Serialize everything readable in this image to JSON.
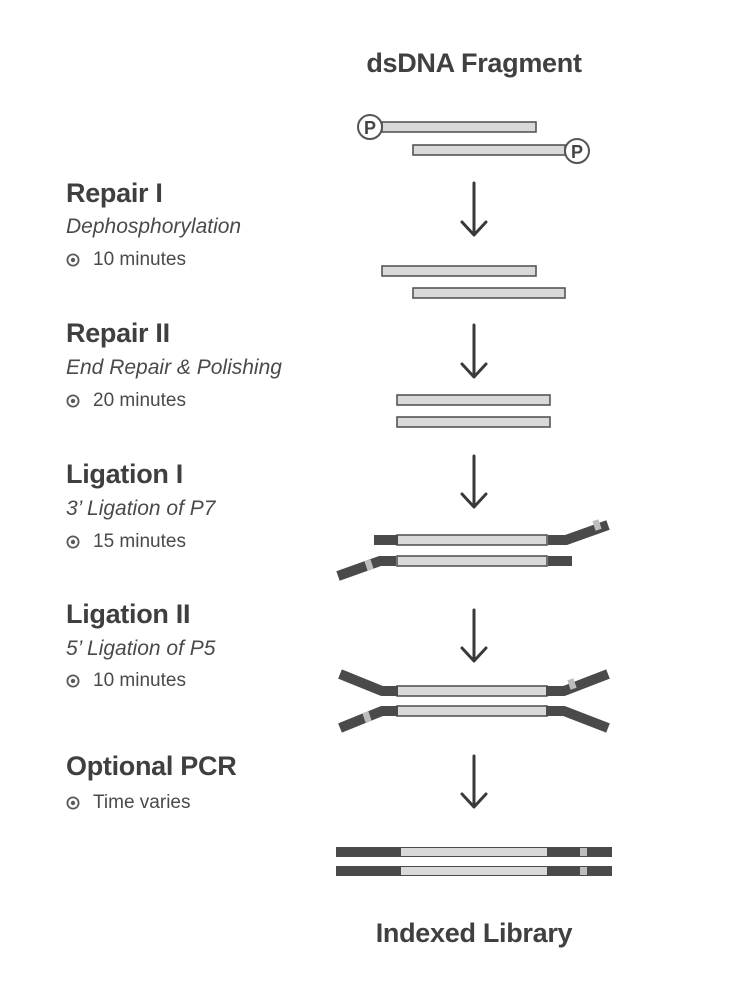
{
  "header": {
    "title": "dsDNA Fragment"
  },
  "footer": {
    "title": "Indexed Library"
  },
  "phosphate_label": "P",
  "steps": [
    {
      "title": "Repair I",
      "subtitle": "Dephosphorylation",
      "time": "10 minutes"
    },
    {
      "title": "Repair II",
      "subtitle": "End Repair & Polishing",
      "time": "20 minutes"
    },
    {
      "title": "Ligation I",
      "subtitle": "3’ Ligation of P7",
      "time": "15 minutes"
    },
    {
      "title": "Ligation II",
      "subtitle": "5’ Ligation of P5",
      "time": "10 minutes"
    },
    {
      "title": "Optional PCR",
      "subtitle": "",
      "time": "Time varies"
    }
  ],
  "colors": {
    "strand_fill": "#d9d9d9",
    "strand_stroke": "#555555",
    "adapter": "#4a4a4a",
    "index_mark": "#bdbdbd",
    "arrow": "#3a3a3a",
    "text": "#3f3f3f"
  },
  "icons": {
    "time": "clock-icon",
    "step_arrow": "down-arrow-icon",
    "phosphate": "phosphate-circle-icon"
  }
}
